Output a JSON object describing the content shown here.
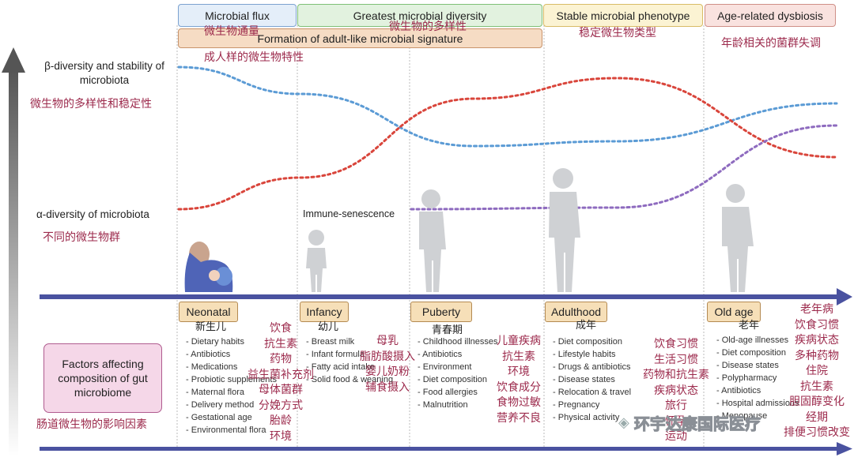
{
  "stages": {
    "microbial_flux": {
      "en": "Microbial flux",
      "cn": "微生物通量"
    },
    "greatest_diversity": {
      "en": "Greatest microbial diversity",
      "cn": "微生物的多样性"
    },
    "stable_phenotype": {
      "en": "Stable microbial phenotype",
      "cn": "稳定微生物类型"
    },
    "dysbiosis": {
      "en": "Age-related dysbiosis",
      "cn": "年龄相关的菌群失调"
    },
    "adult_signature": {
      "en": "Formation of adult-like microbial signature",
      "cn": "成人样的微生物特性"
    }
  },
  "axis": {
    "beta_en": "β-diversity and stability of microbiota",
    "beta_cn": "微生物的多样性和稳定性",
    "alpha_en": "α-diversity of microbiota",
    "alpha_cn": "不同的微生物群",
    "immune": "Immune-senescence"
  },
  "ages": [
    {
      "en": "Neonatal",
      "cn": "新生儿"
    },
    {
      "en": "Infancy",
      "cn": "幼儿"
    },
    {
      "en": "Puberty",
      "cn": "青春期"
    },
    {
      "en": "Adulthood",
      "cn": "成年"
    },
    {
      "en": "Old age",
      "cn": "老年"
    }
  ],
  "factors_title": "Factors affecting composition of gut microbiome",
  "factors_cn": "肠道微生物的影响因素",
  "factor_lists": [
    [
      "Dietary habits",
      "Antibiotics",
      "Medications",
      "Probiotic supplements",
      "Maternal flora",
      "Delivery method",
      "Gestational age",
      "Environmental flora"
    ],
    [
      "Breast milk",
      "Infant formula",
      "Fatty acid intake",
      "Solid food & weaning"
    ],
    [
      "Childhood illnesses",
      "Antibiotics",
      "Environment",
      "Diet composition",
      "Food allergies",
      "Malnutrition"
    ],
    [
      "Diet composition",
      "Lifestyle habits",
      "Drugs & antibiotics",
      "Disease states",
      "Relocation & travel",
      "Pregnancy",
      "Physical activity"
    ],
    [
      "Old-age illnesses",
      "Diet composition",
      "Disease states",
      "Polypharmacy",
      "Antibiotics",
      "Hospital admissions",
      "Menopause"
    ]
  ],
  "cn_lists": [
    [
      "饮食",
      "抗生素",
      "药物",
      "益生菌补充剂",
      "母体菌群",
      "分娩方式",
      "胎龄",
      "环境"
    ],
    [
      "母乳",
      "脂肪酸摄入",
      "婴儿奶粉",
      "辅食摄入"
    ],
    [
      "儿童疾病",
      "抗生素",
      "环境",
      "饮食成分",
      "食物过敏",
      "营养不良"
    ],
    [
      "饮食习惯",
      "生活习惯",
      "药物和抗生素",
      "疾病状态",
      "旅行",
      "怀孕",
      "运动"
    ],
    [
      "老年病",
      "饮食习惯",
      "疾病状态",
      "多种药物",
      "住院",
      "抗生素",
      "胆固醇变化",
      "经期",
      "排便习惯改变"
    ]
  ],
  "watermark": "环宇达康国际医疗",
  "chart_data": {
    "type": "line",
    "x": [
      "Neonatal",
      "Infancy",
      "Puberty",
      "Adulthood",
      "Old age"
    ],
    "series": [
      {
        "name": "β-diversity and stability of microbiota",
        "color": "#5b9bd5",
        "values": [
          0.95,
          0.78,
          0.45,
          0.48,
          0.72
        ]
      },
      {
        "name": "α-diversity of microbiota",
        "color": "#d9453b",
        "values": [
          0.05,
          0.25,
          0.75,
          0.88,
          0.38
        ]
      },
      {
        "name": "Immune-senescence",
        "color": "#8e6bbf",
        "values": [
          null,
          null,
          0.05,
          0.06,
          0.58
        ]
      }
    ]
  },
  "colors": {
    "arrow": "#4a52a0",
    "axis_arrow": "#555555"
  }
}
